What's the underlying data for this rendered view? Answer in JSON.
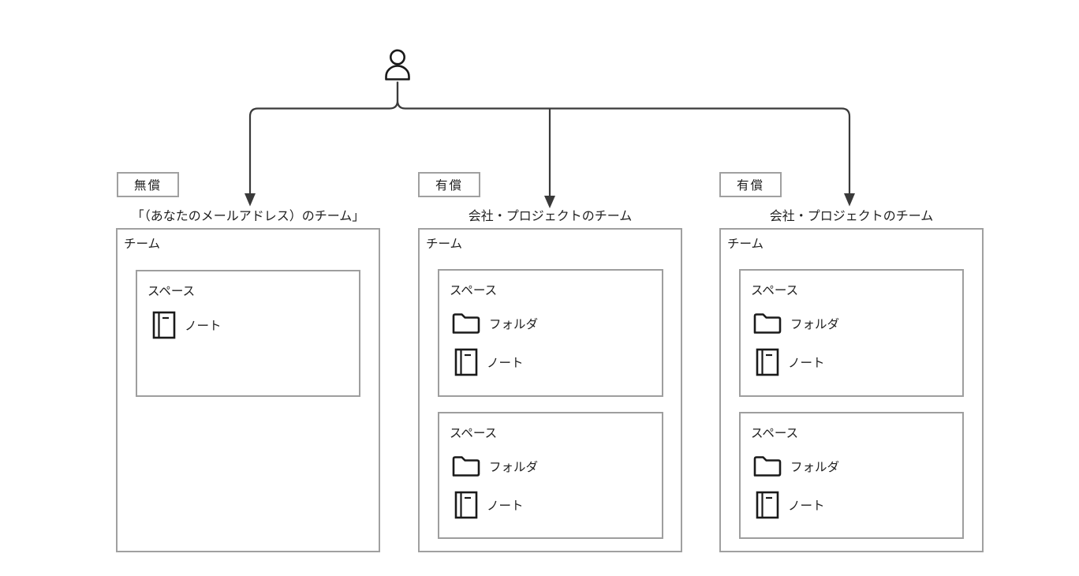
{
  "diagram": {
    "root": {
      "icon": "person-icon"
    },
    "columns": [
      {
        "badge": "無償",
        "title": "「（あなたのメールアドレス）のチーム」",
        "team_label": "チーム",
        "spaces": [
          {
            "label": "スペース",
            "items": [
              {
                "icon": "note-icon",
                "label": "ノート"
              }
            ]
          }
        ]
      },
      {
        "badge": "有償",
        "title": "会社・プロジェクトのチーム",
        "team_label": "チーム",
        "spaces": [
          {
            "label": "スペース",
            "items": [
              {
                "icon": "folder-icon",
                "label": "フォルダ"
              },
              {
                "icon": "note-icon",
                "label": "ノート"
              }
            ]
          },
          {
            "label": "スペース",
            "items": [
              {
                "icon": "folder-icon",
                "label": "フォルダ"
              },
              {
                "icon": "note-icon",
                "label": "ノート"
              }
            ]
          }
        ]
      },
      {
        "badge": "有償",
        "title": "会社・プロジェクトのチーム",
        "team_label": "チーム",
        "spaces": [
          {
            "label": "スペース",
            "items": [
              {
                "icon": "folder-icon",
                "label": "フォルダ"
              },
              {
                "icon": "note-icon",
                "label": "ノート"
              }
            ]
          },
          {
            "label": "スペース",
            "items": [
              {
                "icon": "folder-icon",
                "label": "フォルダ"
              },
              {
                "icon": "note-icon",
                "label": "ノート"
              }
            ]
          }
        ]
      }
    ],
    "colors": {
      "box_border": "#a0a0a0",
      "space_border": "#9e9e9e",
      "connector": "#3a3a3a",
      "icon_stroke": "#1a1a1a",
      "text": "#1f1f1f",
      "background": "#ffffff"
    }
  }
}
